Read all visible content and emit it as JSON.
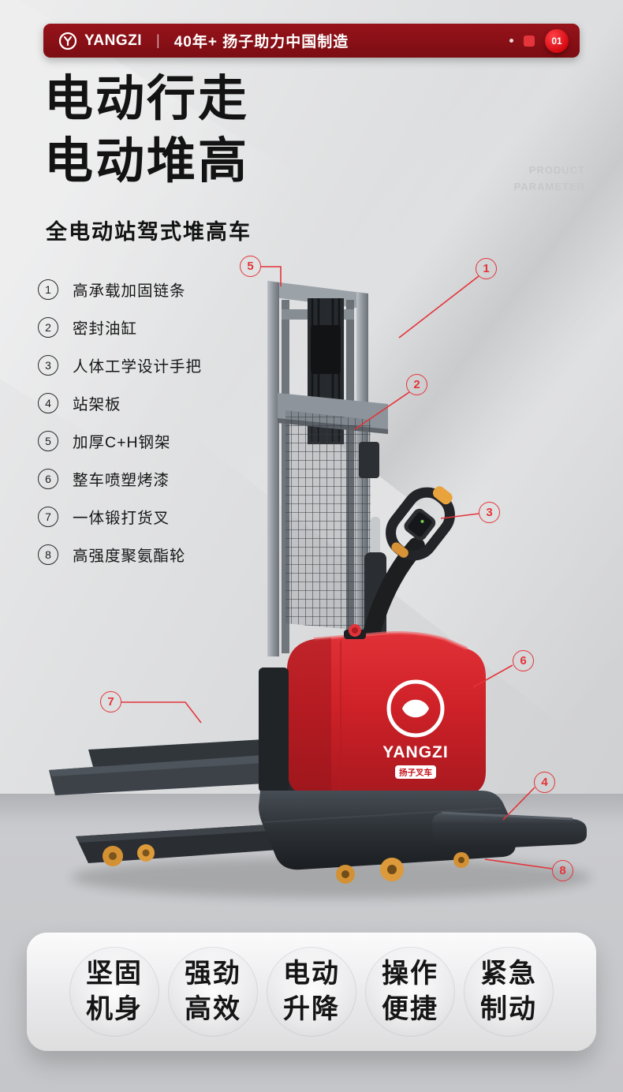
{
  "header": {
    "brand": "YANGZI",
    "divider": "|",
    "tagline": "40年+ 扬子助力中国制造",
    "page_number": "01"
  },
  "title": {
    "line1": "电动行走",
    "line2": "电动堆高"
  },
  "watermark": {
    "line1": "PRODUCT",
    "line2": "PARAMETER"
  },
  "subtitle": "全电动站驾式堆高车",
  "features": [
    {
      "num": "1",
      "label": "高承载加固链条"
    },
    {
      "num": "2",
      "label": "密封油缸"
    },
    {
      "num": "3",
      "label": "人体工学设计手把"
    },
    {
      "num": "4",
      "label": "站架板"
    },
    {
      "num": "5",
      "label": "加厚C+H钢架"
    },
    {
      "num": "6",
      "label": "整车喷塑烤漆"
    },
    {
      "num": "7",
      "label": "一体锻打货叉"
    },
    {
      "num": "8",
      "label": "高强度聚氨酯轮"
    }
  ],
  "callout_labels": {
    "c1": "1",
    "c2": "2",
    "c3": "3",
    "c4": "4",
    "c5": "5",
    "c6": "6",
    "c7": "7",
    "c8": "8"
  },
  "machine": {
    "logo_brand": "YANGZI",
    "logo_sub": "扬子叉车"
  },
  "footer": {
    "items": [
      {
        "line1": "坚固",
        "line2": "机身"
      },
      {
        "line1": "强劲",
        "line2": "高效"
      },
      {
        "line1": "电动",
        "line2": "升降"
      },
      {
        "line1": "操作",
        "line2": "便捷"
      },
      {
        "line1": "紧急",
        "line2": "制动"
      }
    ]
  },
  "colors": {
    "accent_red": "#e3343a",
    "header_maroon": "#8a1016",
    "body_red": "#cf2128",
    "wheel_orange": "#dd9a3a",
    "watermark_gray": "#c8c8c8"
  }
}
